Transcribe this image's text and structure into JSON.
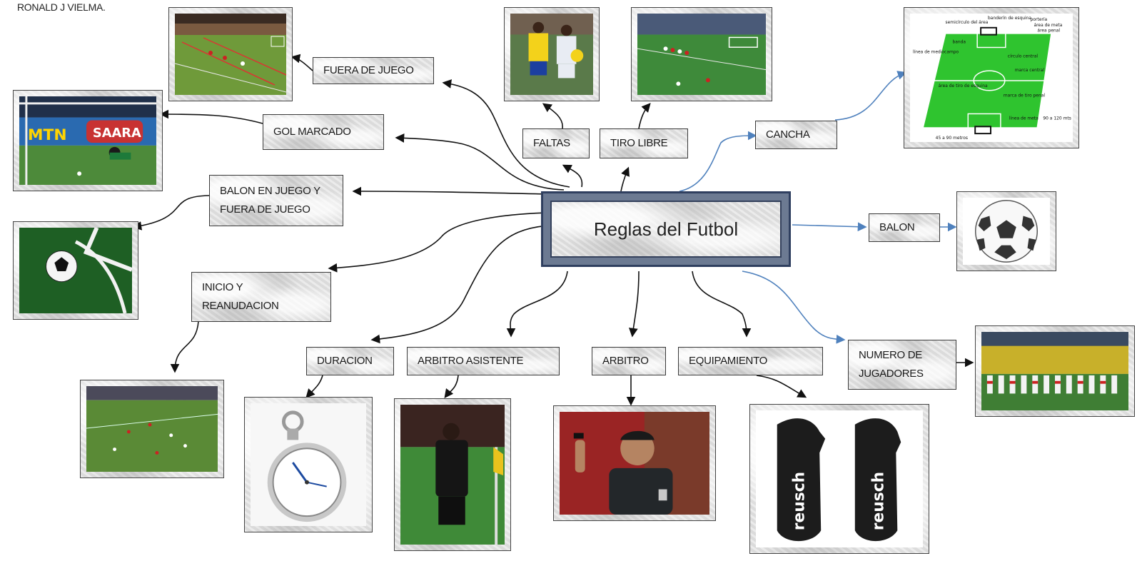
{
  "author": "RONALD J VIELMA.",
  "central": "Reglas del Futbol",
  "labels": {
    "fuera_de_juego": "FUERA DE JUEGO",
    "gol_marcado": "GOL MARCADO",
    "balon_en_juego": "BALON EN JUEGO Y FUERA DE JUEGO",
    "inicio": "INICIO Y REANUDACION",
    "duracion": "DURACION",
    "arbitro_asistente": "ARBITRO ASISTENTE",
    "arbitro": "ARBITRO",
    "equipamiento": "EQUIPAMIENTO",
    "numero_jugadores": "NUMERO DE JUGADORES",
    "balon": "BALON",
    "cancha": "CANCHA",
    "faltas": "FALTAS",
    "tiro_libre": "TIRO LIBRE"
  },
  "images": {
    "gol_banner_1": "MTN",
    "gol_banner_2": "SAARA",
    "shinguard_brand": "reusch",
    "pitch_diagram": {
      "labels": [
        "banderín de esquina",
        "portería",
        "semicírculo del área",
        "área de meta",
        "área penal",
        "banda",
        "línea de mediocampo",
        "círculo central",
        "marca central",
        "área de tiro de esquina",
        "marca de tiro penal",
        "línea de meta"
      ],
      "width_measure": "45 a 90 metros",
      "length_measure": "90 a 120 mts"
    }
  },
  "colors": {
    "arrow_black": "#111111",
    "arrow_blue": "#4f81bd",
    "central_border": "#2f3f5f",
    "pitch_green": "#2fc42f"
  }
}
